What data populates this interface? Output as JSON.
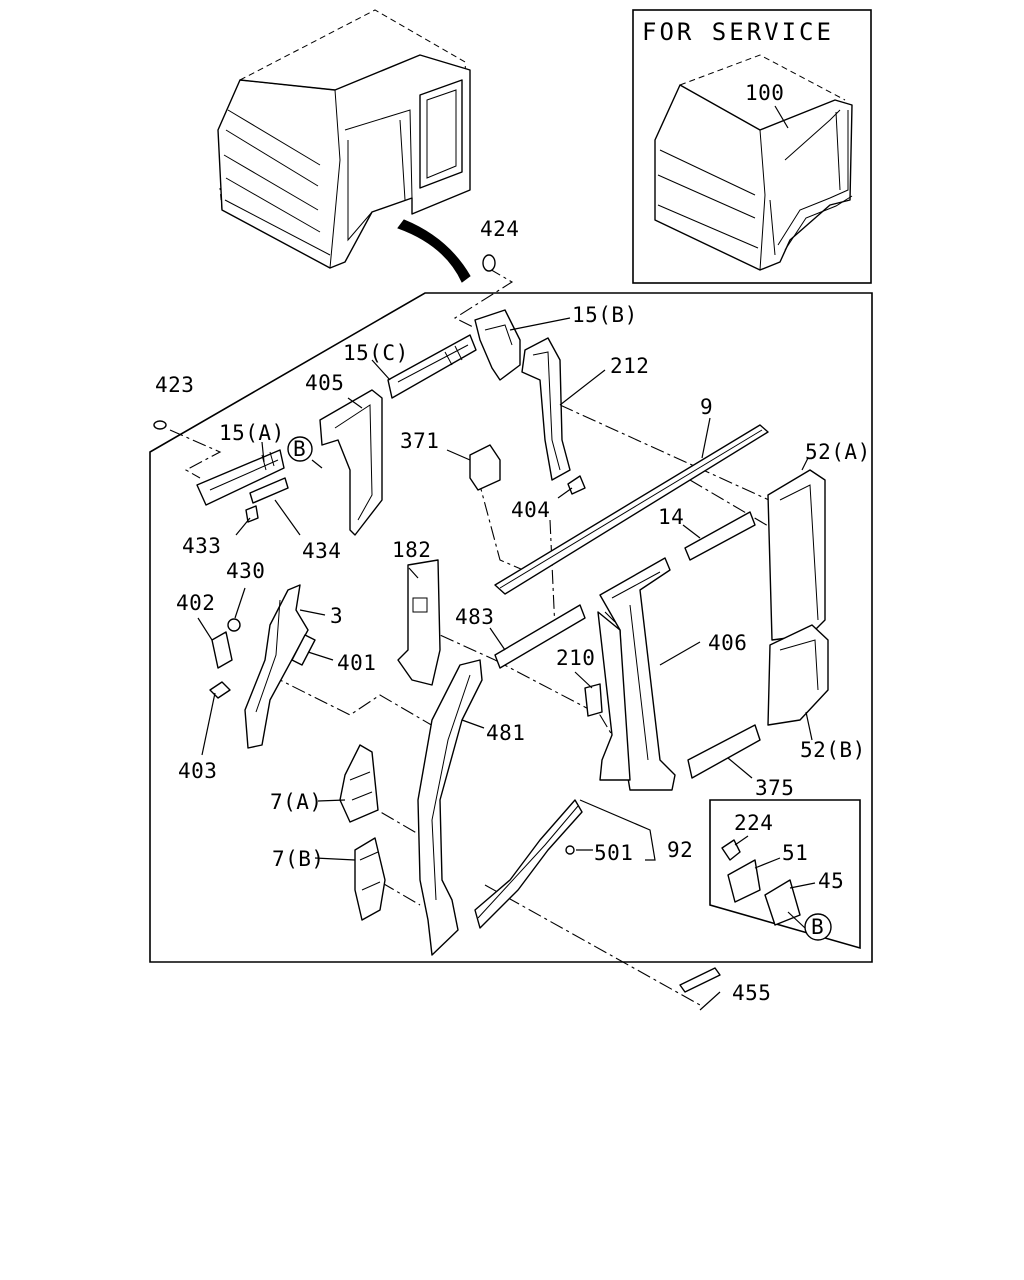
{
  "service_box": {
    "title": "FOR SERVICE",
    "part": "100"
  },
  "callouts": {
    "c424": "424",
    "c15b": "15(B)",
    "c212": "212",
    "c15c": "15(C)",
    "c405": "405",
    "c423": "423",
    "c15a": "15(A)",
    "cB1": "B",
    "c371": "371",
    "c9": "9",
    "c52a": "52(A)",
    "c404": "404",
    "c14": "14",
    "c433": "433",
    "c434": "434",
    "c182": "182",
    "c430": "430",
    "c402": "402",
    "c3": "3",
    "c483": "483",
    "c406": "406",
    "c401": "401",
    "c210": "210",
    "c481": "481",
    "c403": "403",
    "c52b": "52(B)",
    "c375": "375",
    "c7a": "7(A)",
    "c224": "224",
    "c51": "51",
    "c501": "501",
    "c92": "92",
    "c45": "45",
    "cB2": "B",
    "c7b": "7(B)",
    "c455": "455"
  }
}
